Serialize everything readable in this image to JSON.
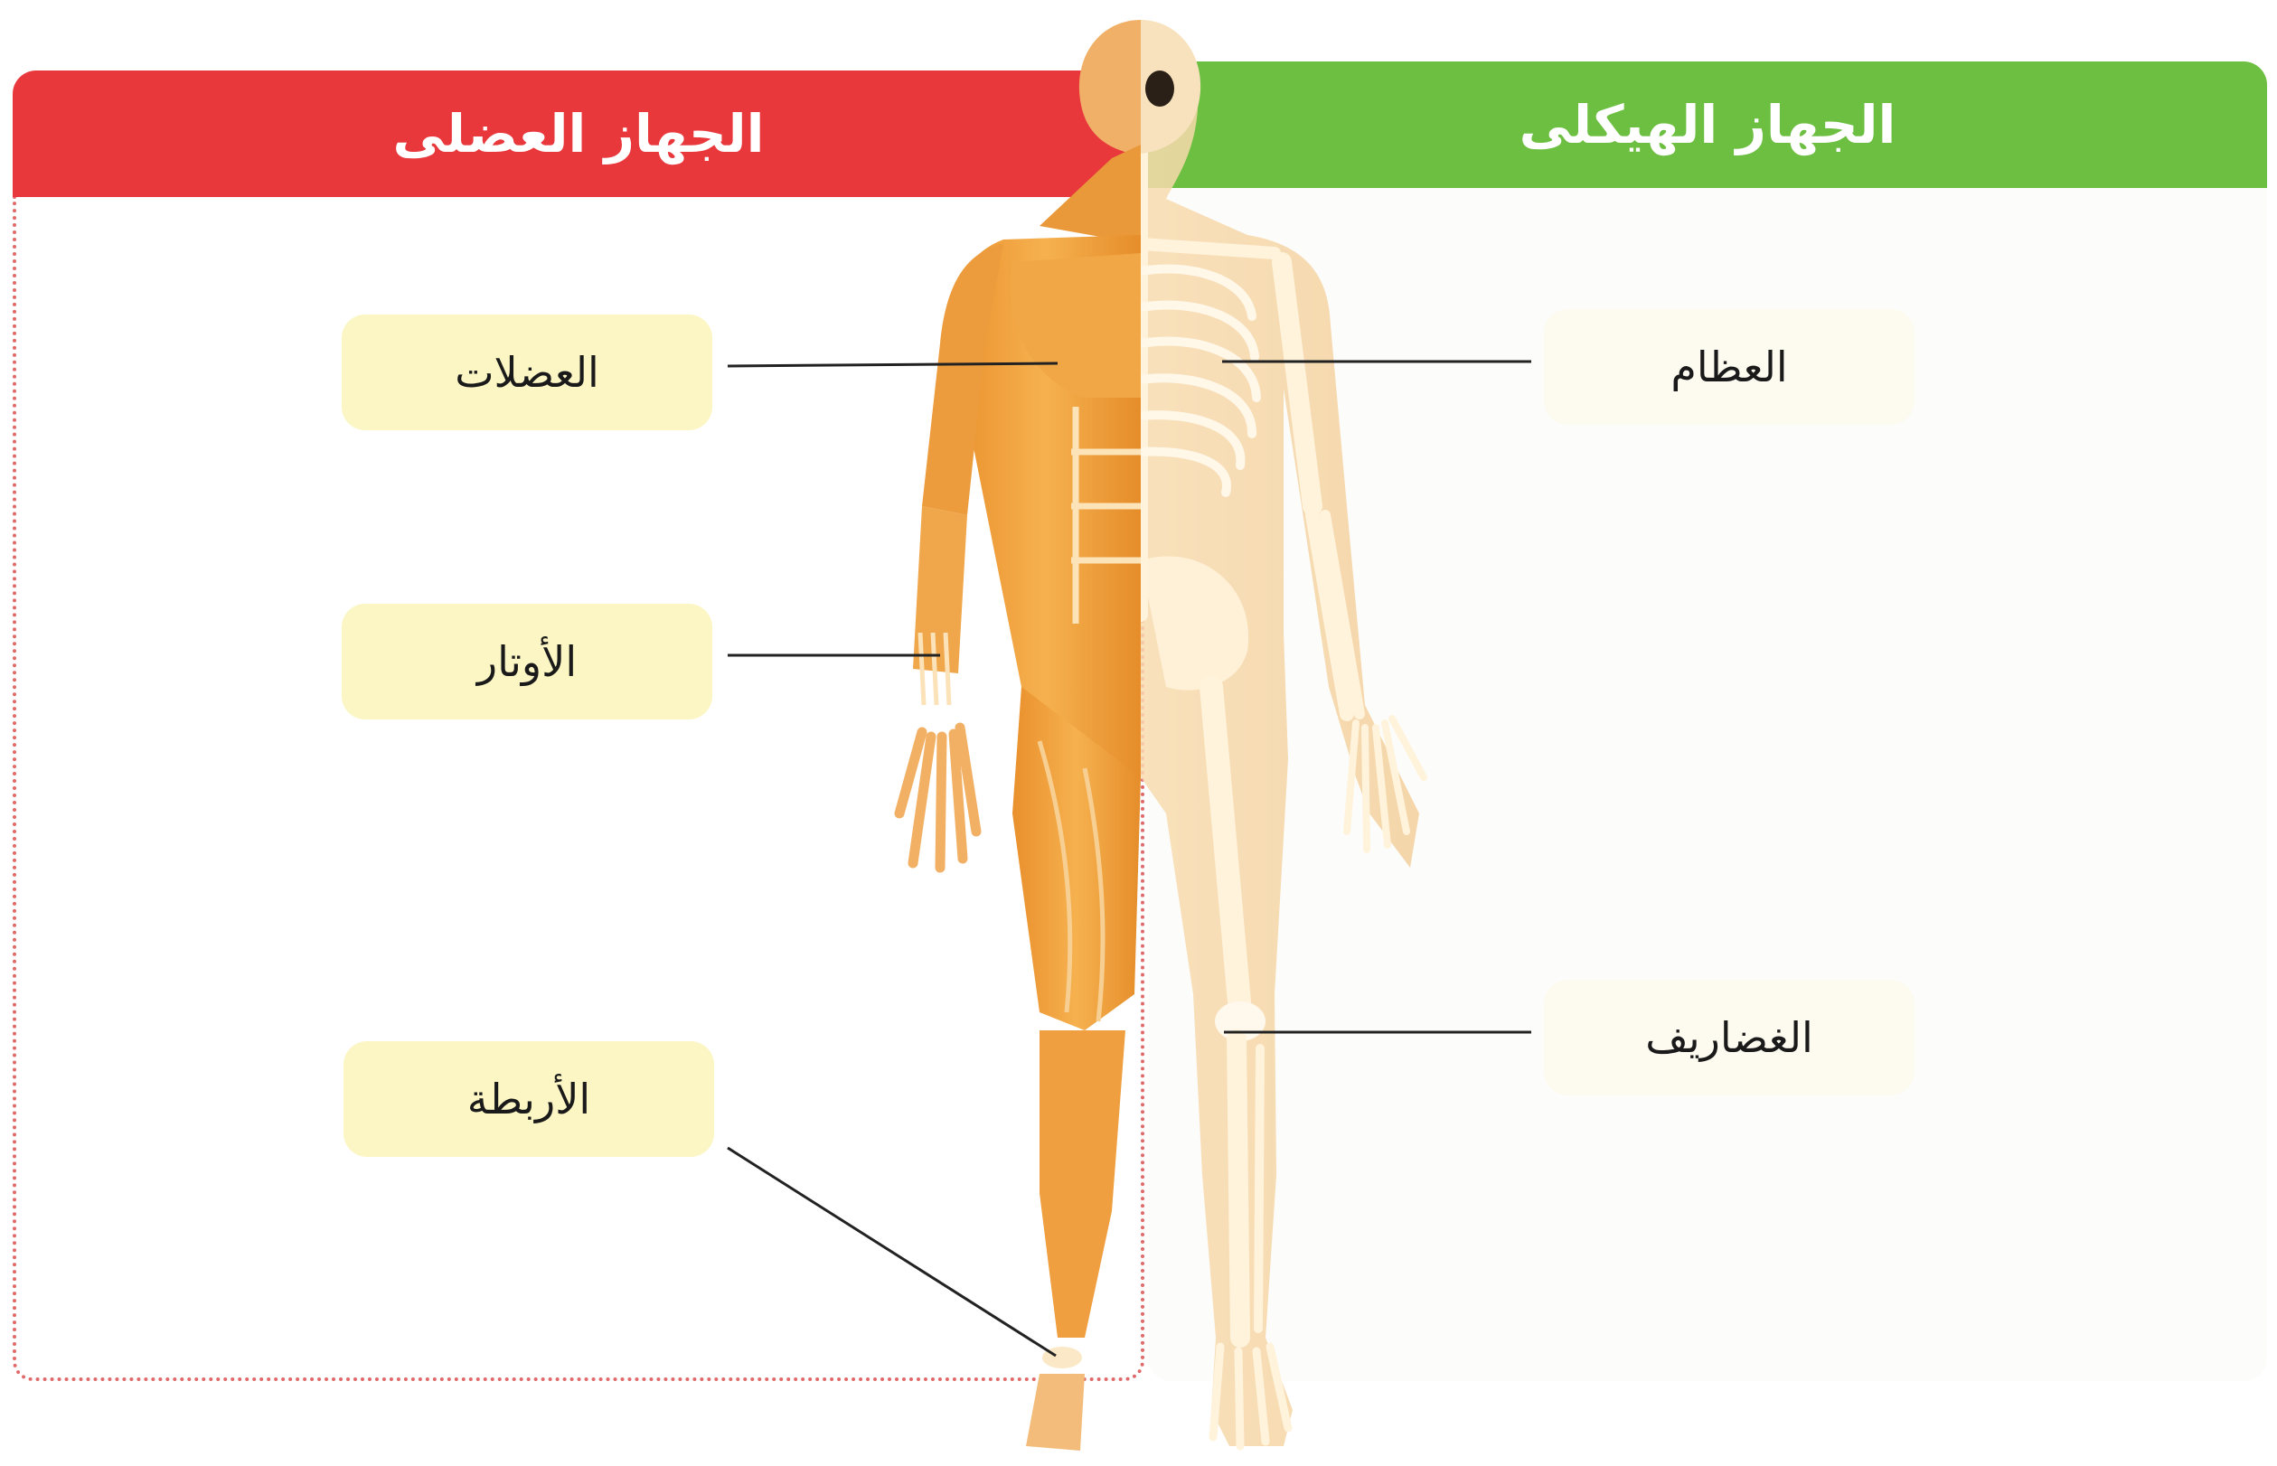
{
  "panels": {
    "muscular": {
      "title": "الجهاز العضلى",
      "color": "#e8383c"
    },
    "skeletal": {
      "title": "الجهاز الهيكلى",
      "color": "#6cbf40"
    }
  },
  "labels": {
    "muscles": "العضلات",
    "tendons": "الأوتار",
    "ligaments": "الأربطة",
    "bones": "العظام",
    "cartilage": "الغضاريف"
  }
}
